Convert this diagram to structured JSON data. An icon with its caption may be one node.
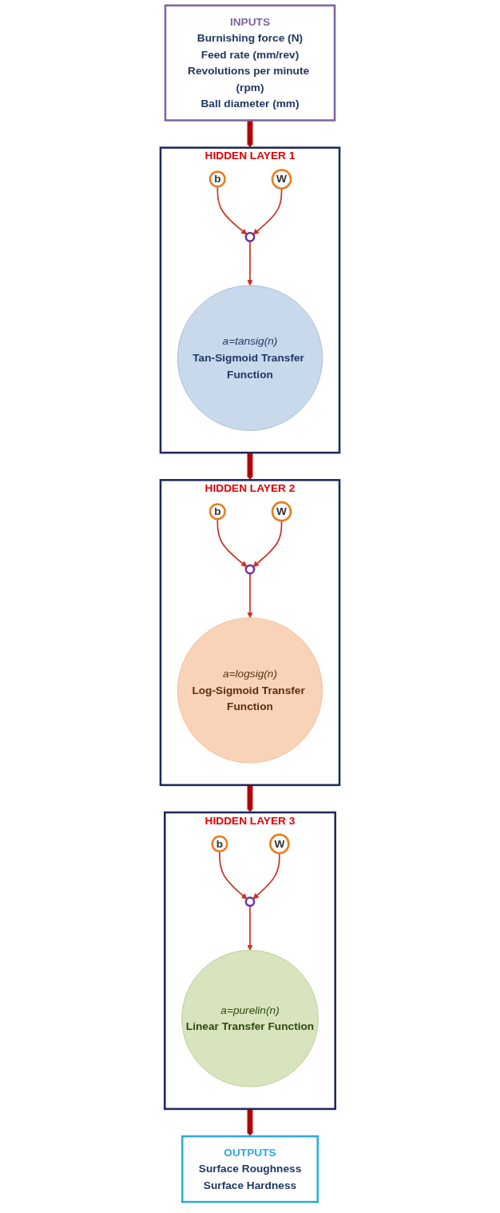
{
  "diagram": {
    "nodes": [
      {
        "text": [
          "INPUTS",
          "Burnishing force (N)",
          "Feed rate (mm/rev)",
          "Revolutions per minute (rpm)",
          "Ball diameter (mm)"
        ]
      },
      {
        "text": [
          "HIDDEN LAYER 1"
        ]
      },
      {
        "text": [
          "b"
        ],
        "in": 1
      },
      {
        "text": [
          "W"
        ],
        "in": 1
      },
      {
        "text": [],
        "shape": "circle",
        "in": 1
      },
      {
        "text": [
          "a=tansig(n)",
          "Tan-Sigmoid Transfer Function"
        ],
        "in": 1
      },
      {
        "text": [
          "HIDDEN LAYER 2"
        ]
      },
      {
        "text": [
          "b"
        ],
        "in": 6
      },
      {
        "text": [
          "W"
        ],
        "in": 6
      },
      {
        "text": [],
        "shape": "circle",
        "in": 6
      },
      {
        "text": [
          "a=logsig(n)",
          "Log-Sigmoid Transfer Function"
        ],
        "in": 6
      },
      {
        "text": [
          "HIDDEN LAYER 3"
        ]
      },
      {
        "text": [
          "b"
        ],
        "in": 11
      },
      {
        "text": [
          "W"
        ],
        "in": 11
      },
      {
        "text": [],
        "shape": "circle",
        "in": 11
      },
      {
        "text": [
          "a=purelin(n)",
          "Linear Transfer Function"
        ],
        "in": 11
      },
      {
        "text": [
          "OUTPUTS",
          "Surface Roughness",
          "Surface Hardness"
        ]
      }
    ],
    "edges": [
      {
        "from": 0,
        "to": 1,
        "arrow": "to",
        "style": "thick",
        "color": "#b00000"
      },
      {
        "from": 2,
        "to": 4,
        "arrow": "to"
      },
      {
        "from": 3,
        "to": 4,
        "arrow": "to"
      },
      {
        "from": 4,
        "to": 5,
        "arrow": "to"
      },
      {
        "from": 1,
        "to": 6,
        "arrow": "to",
        "style": "thick",
        "color": "#b00000"
      },
      {
        "from": 7,
        "to": 9,
        "arrow": "to"
      },
      {
        "from": 8,
        "to": 9,
        "arrow": "to"
      },
      {
        "from": 9,
        "to": 10,
        "arrow": "to"
      },
      {
        "from": 6,
        "to": 11,
        "arrow": "to",
        "style": "thick",
        "color": "#b00000"
      },
      {
        "from": 12,
        "to": 14,
        "arrow": "to"
      },
      {
        "from": 13,
        "to": 14,
        "arrow": "to"
      },
      {
        "from": 14,
        "to": 15,
        "arrow": "to"
      },
      {
        "from": 11,
        "to": 16,
        "arrow": "to",
        "style": "thick",
        "color": "#b00000"
      }
    ]
  }
}
